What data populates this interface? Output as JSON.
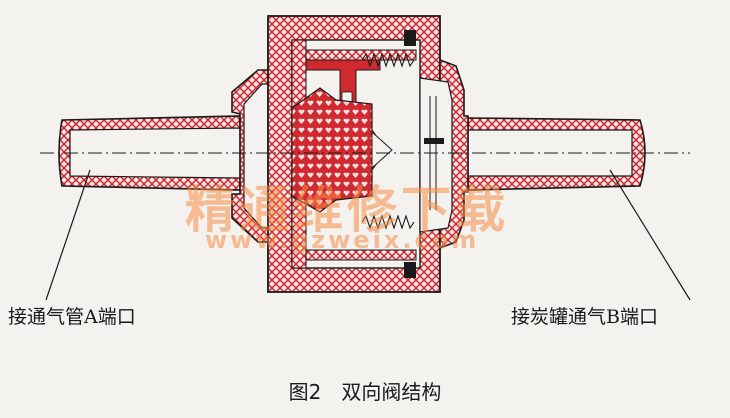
{
  "labels": {
    "port_a": "接通气管A端口",
    "port_b": "接炭罐通气B端口"
  },
  "caption": "图2　双向阀结构",
  "watermark": {
    "chinese": "精通维修下载",
    "url": "www.gzweix.com"
  },
  "colors": {
    "hatch": "#c8242c",
    "outline": "#1a1a1a",
    "background": "#f4f2ee"
  }
}
